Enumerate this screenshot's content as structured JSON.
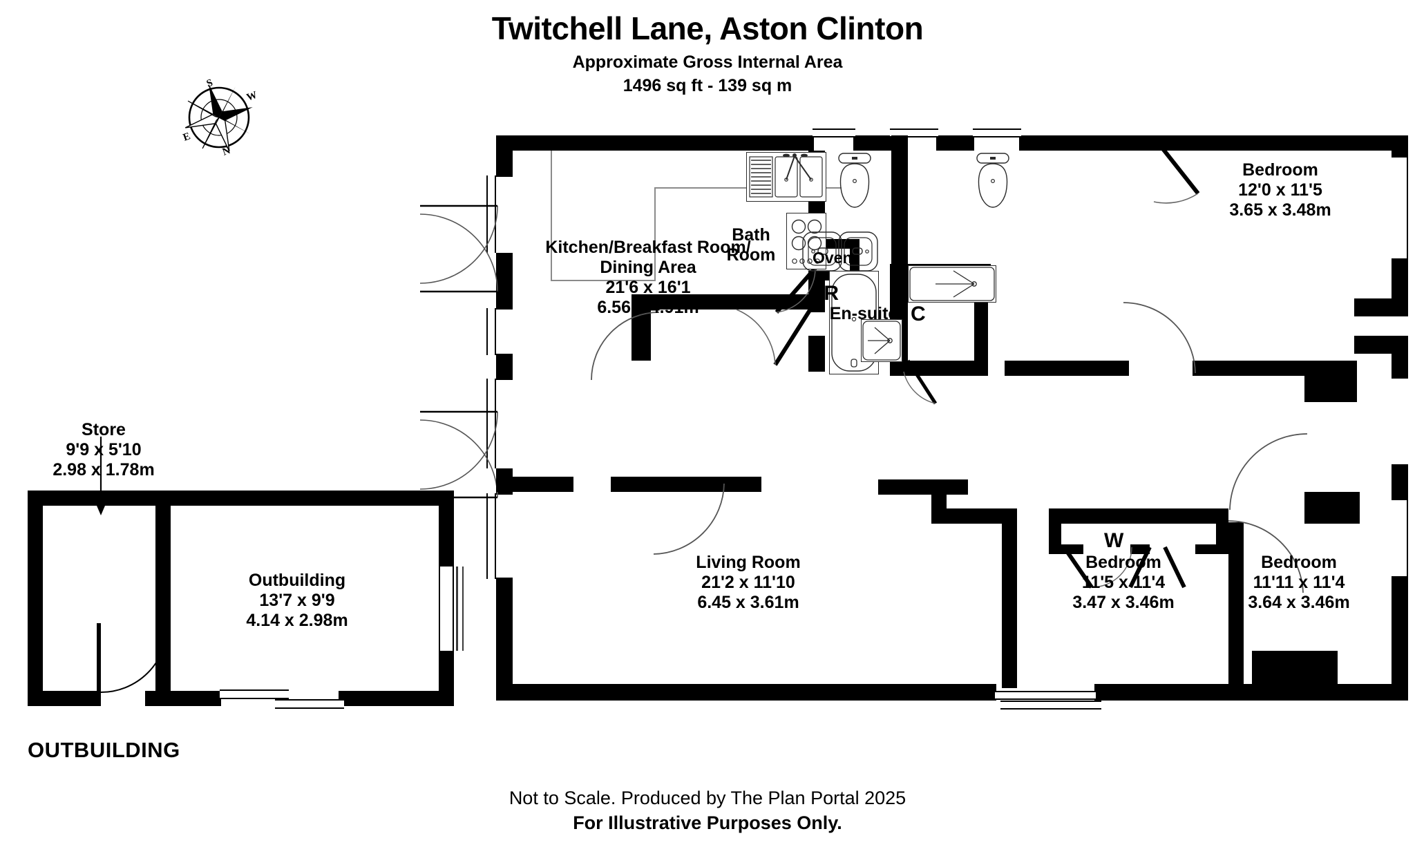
{
  "header": {
    "title": "Twitchell Lane, Aston Clinton",
    "subtitle_1": "Approximate Gross Internal Area",
    "subtitle_2": "1496 sq ft - 139 sq m"
  },
  "footer": {
    "line_1": "Not to Scale. Produced by The Plan Portal 2025",
    "line_2": "For Illustrative Purposes Only."
  },
  "compass": {
    "name": "compass-rose",
    "labels": {
      "top_left": "S",
      "top_right": "W",
      "bottom_left": "E",
      "bottom_right": "N"
    }
  },
  "outbuilding_block": {
    "caption": "OUTBUILDING",
    "rooms": [
      {
        "name": "Store",
        "dim_imperial": "9'9 x 5'10",
        "dim_metric": "2.98 x 1.78m"
      },
      {
        "name": "Outbuilding",
        "dim_imperial": "13'7 x 9'9",
        "dim_metric": "4.14 x 2.98m"
      }
    ]
  },
  "main_floor": {
    "rooms": [
      {
        "name": "Kitchen/Breakfast Room/",
        "name_line_2": "Dining Area",
        "dim_imperial": "21'6 x 16'1",
        "dim_metric": "6.56 x 4.91m"
      },
      {
        "name": "Living Room",
        "dim_imperial": "21'2 x 11'10",
        "dim_metric": "6.45 x 3.61m"
      },
      {
        "name": "Bedroom",
        "dim_imperial": "12'0 x 11'5",
        "dim_metric": "3.65 x 3.48m"
      },
      {
        "name": "Bedroom",
        "dim_imperial": "11'5 x 11'4",
        "dim_metric": "3.47 x 3.46m"
      },
      {
        "name": "Bedroom",
        "dim_imperial": "11'11 x 11'4",
        "dim_metric": "3.64 x 3.46m"
      }
    ],
    "bath_room": {
      "line_1": "Bath",
      "line_2": "Room"
    },
    "en_suite": "En-suite",
    "appliances": {
      "oven": "Oven",
      "fridge": "FR"
    },
    "cupboard": "C",
    "wardrobe": "W"
  },
  "colors": {
    "wall": "#000000",
    "paper": "#ffffff",
    "fixture_stroke": "#2b2b2b"
  }
}
